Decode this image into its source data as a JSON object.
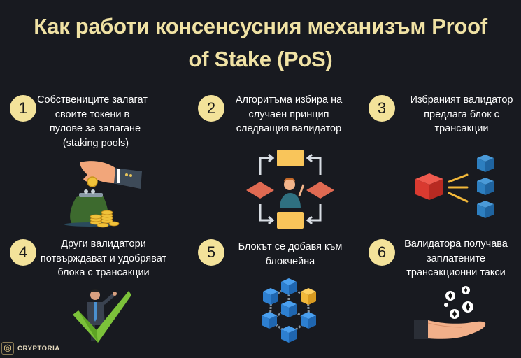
{
  "title": {
    "line1": "Как работи консенсусния механизъм Proof",
    "line2": "of Stake (PoS)"
  },
  "steps": [
    {
      "number": "1",
      "lines": [
        "Собствениците залагат",
        "своите токени в",
        "пулове за залагане",
        "(staking pools)"
      ],
      "icon": "hand-coin-purse-icon"
    },
    {
      "number": "2",
      "lines": [
        "Алгоритъма избира на",
        "случаен принцип",
        "следващия валидатор"
      ],
      "icon": "random-selection-flow-icon"
    },
    {
      "number": "3",
      "lines": [
        "Избраният валидатор",
        "предлага блок с",
        "трансакции"
      ],
      "icon": "block-proposal-icon"
    },
    {
      "number": "4",
      "lines": [
        "Други валидатори",
        "потвърждават и удобряват",
        "блока с трансакции"
      ],
      "icon": "businessman-checkmark-icon"
    },
    {
      "number": "5",
      "lines": [
        "Блокът се добавя към",
        "блокчейна"
      ],
      "icon": "blockchain-network-icon"
    },
    {
      "number": "6",
      "lines": [
        "Валидатора получава",
        "заплатените",
        "трансакционни такси"
      ],
      "icon": "hand-receiving-eth-icon"
    }
  ],
  "brand": {
    "name": "CRYPTORIA"
  },
  "colors": {
    "background": "#181a20",
    "title": "#f0e2a4",
    "badge": "#f3e29a",
    "text": "#ffffff",
    "block_red": "#d93a30",
    "block_blue": "#2d7fd0",
    "block_gold": "#f2b83a",
    "check_green": "#7cc23a"
  }
}
